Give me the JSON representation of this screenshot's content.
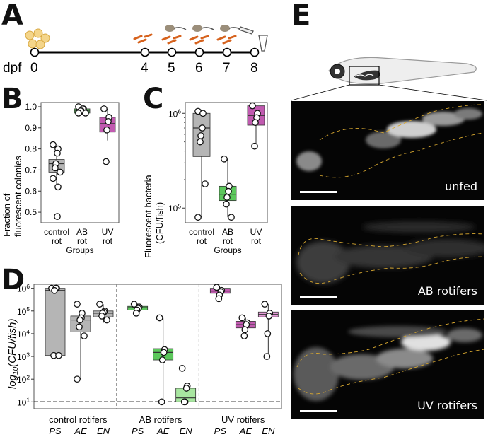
{
  "panels": {
    "A": {
      "letter": "A",
      "dpf_label": "dpf",
      "timepoints": [
        "0",
        "4",
        "5",
        "6",
        "7",
        "8"
      ]
    },
    "B": {
      "letter": "B",
      "ylabel": "Fraction of\nfluorescent colonies",
      "xlabel": "Groups",
      "groups": [
        "control\nrot",
        "AB\nrot",
        "UV\nrot"
      ]
    },
    "C": {
      "letter": "C",
      "ylabel": "Fluorescent bacteria\n(CFU/fish)",
      "xlabel": "Groups",
      "groups": [
        "control\nrot",
        "AB\nrot",
        "UV\nrot"
      ]
    },
    "D": {
      "letter": "D",
      "ylabel": "log10(CFU/fish)",
      "group_labels": [
        "control rotifers",
        "AB rotifers",
        "UV rotifers"
      ],
      "sample_labels": [
        "PS",
        "AE",
        "EN"
      ]
    },
    "E": {
      "letter": "E",
      "images": [
        "unfed",
        "AB rotifers",
        "UV rotifers"
      ]
    }
  },
  "colors": {
    "control": "#b5b5b5",
    "AB": "#5cc85c",
    "AB_light": "#a8e6a0",
    "UV": "#c15ab0",
    "UV_light": "#e49ad6",
    "dashes": "#f0c020"
  },
  "chart_data": [
    {
      "id": "B",
      "type": "scatter",
      "ylabel": "Fraction of fluorescent colonies",
      "xlabel": "Groups",
      "categories": [
        "control rot",
        "AB rot",
        "UV rot"
      ],
      "ylim": [
        0.45,
        1.02
      ],
      "yticks": [
        "0.5",
        "0.6",
        "0.7",
        "0.8",
        "0.9",
        "1.0"
      ],
      "box": [
        {
          "q1": 0.69,
          "median": 0.73,
          "q3": 0.75,
          "lo": 0.62,
          "hi": 0.78
        },
        {
          "q1": 0.97,
          "median": 0.98,
          "q3": 0.99,
          "lo": 0.96,
          "hi": 1.0
        },
        {
          "q1": 0.88,
          "median": 0.92,
          "q3": 0.95,
          "lo": 0.84,
          "hi": 0.99
        }
      ],
      "points": [
        [
          0.82,
          0.8,
          0.78,
          0.73,
          0.71,
          0.69,
          0.66,
          0.62,
          0.48
        ],
        [
          1.0,
          0.99,
          0.99,
          0.98,
          0.98,
          0.97,
          0.97
        ],
        [
          0.99,
          0.95,
          0.93,
          0.89,
          0.74
        ]
      ]
    },
    {
      "id": "C",
      "type": "scatter",
      "ylabel": "Fluorescent bacteria (CFU/fish)",
      "xlabel": "Groups",
      "yscale": "log",
      "categories": [
        "control rot",
        "AB rot",
        "UV rot"
      ],
      "ylim": [
        70000,
        1300000
      ],
      "yticks": [
        "10^5",
        "10^6"
      ],
      "box": [
        {
          "q1": 350000,
          "median": 700000,
          "q3": 1000000,
          "lo": 80000,
          "hi": 1100000
        },
        {
          "q1": 120000,
          "median": 140000,
          "q3": 170000,
          "lo": 80000,
          "hi": 330000
        },
        {
          "q1": 750000,
          "median": 950000,
          "q3": 1200000,
          "lo": 450000,
          "hi": 1200000
        }
      ],
      "points": [
        [
          1050000,
          1000000,
          700000,
          580000,
          500000,
          180000,
          80000
        ],
        [
          330000,
          170000,
          150000,
          130000,
          110000,
          80000
        ],
        [
          1200000,
          1000000,
          900000,
          800000,
          450000
        ]
      ]
    },
    {
      "id": "D",
      "type": "scatter",
      "ylabel": "log10(CFU/fish)",
      "yscale": "log",
      "ylim": [
        5,
        1500000
      ],
      "yticks": [
        "10^1",
        "10^2",
        "10^3",
        "10^4",
        "10^5",
        "10^6"
      ],
      "detection_limit": 10,
      "groups": [
        {
          "name": "control rotifers",
          "series": [
            {
              "name": "PS",
              "q1": 1100,
              "median": 800000,
              "q3": 1000000,
              "lo": 1100,
              "hi": 1000000,
              "points": [
                1000000,
                1000000,
                1000000,
                800000,
                1100,
                1100
              ]
            },
            {
              "name": "AE",
              "q1": 12000,
              "median": 40000,
              "q3": 60000,
              "lo": 100,
              "hi": 90000,
              "points": [
                200000,
                80000,
                50000,
                40000,
                20000,
                8000,
                100
              ]
            },
            {
              "name": "EN",
              "q1": 55000,
              "median": 80000,
              "q3": 100000,
              "lo": 30000,
              "hi": 200000,
              "points": [
                200000,
                100000,
                90000,
                80000,
                60000,
                40000
              ]
            }
          ]
        },
        {
          "name": "AB rotifers",
          "series": [
            {
              "name": "PS",
              "q1": 110000,
              "median": 140000,
              "q3": 160000,
              "lo": 70000,
              "hi": 200000,
              "points": [
                200000,
                150000,
                130000,
                110000,
                80000
              ]
            },
            {
              "name": "AE",
              "q1": 700,
              "median": 1500,
              "q3": 2200,
              "lo": 10,
              "hi": 50000,
              "points": [
                50000,
                2000,
                1500,
                700,
                10
              ]
            },
            {
              "name": "EN",
              "q1": 10,
              "median": 15,
              "q3": 40,
              "lo": 10,
              "hi": 60,
              "points": [
                300,
                50,
                40,
                10,
                10
              ]
            }
          ]
        },
        {
          "name": "UV rotifers",
          "series": [
            {
              "name": "PS",
              "q1": 600000,
              "median": 750000,
              "q3": 1000000,
              "lo": 350000,
              "hi": 1100000,
              "points": [
                1100000,
                800000,
                700000,
                500000,
                350000
              ]
            },
            {
              "name": "AE",
              "q1": 18000,
              "median": 25000,
              "q3": 35000,
              "lo": 8000,
              "hi": 50000,
              "points": [
                50000,
                30000,
                25000,
                15000,
                8000
              ]
            },
            {
              "name": "EN",
              "q1": 55000,
              "median": 70000,
              "q3": 90000,
              "lo": 1000,
              "hi": 200000,
              "points": [
                200000,
                80000,
                60000,
                10000,
                1000
              ]
            }
          ]
        }
      ]
    }
  ]
}
